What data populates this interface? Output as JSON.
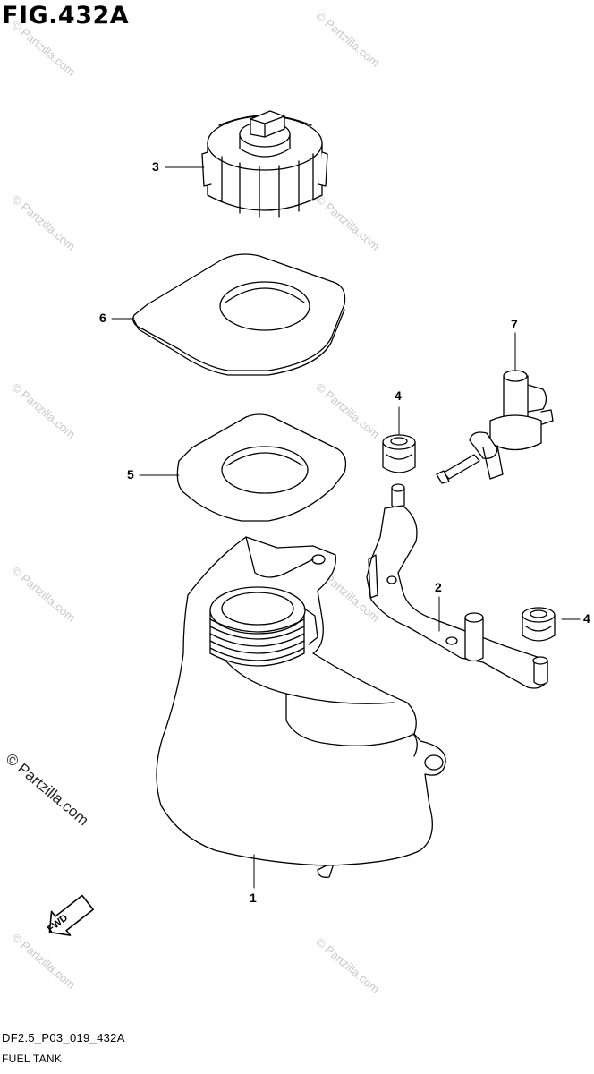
{
  "figure": {
    "title": "FIG.432A"
  },
  "callouts": {
    "part1": "1",
    "part2": "2",
    "part3": "3",
    "part4a": "4",
    "part4b": "4",
    "part5": "5",
    "part6": "6",
    "part7": "7"
  },
  "arrow": {
    "label": "FWD"
  },
  "watermark": {
    "text": "© Partzilla.com",
    "large_text": "© Partzilla.com"
  },
  "footer": {
    "code": "DF2.5_P03_019_432A",
    "caption": "FUEL TANK"
  }
}
